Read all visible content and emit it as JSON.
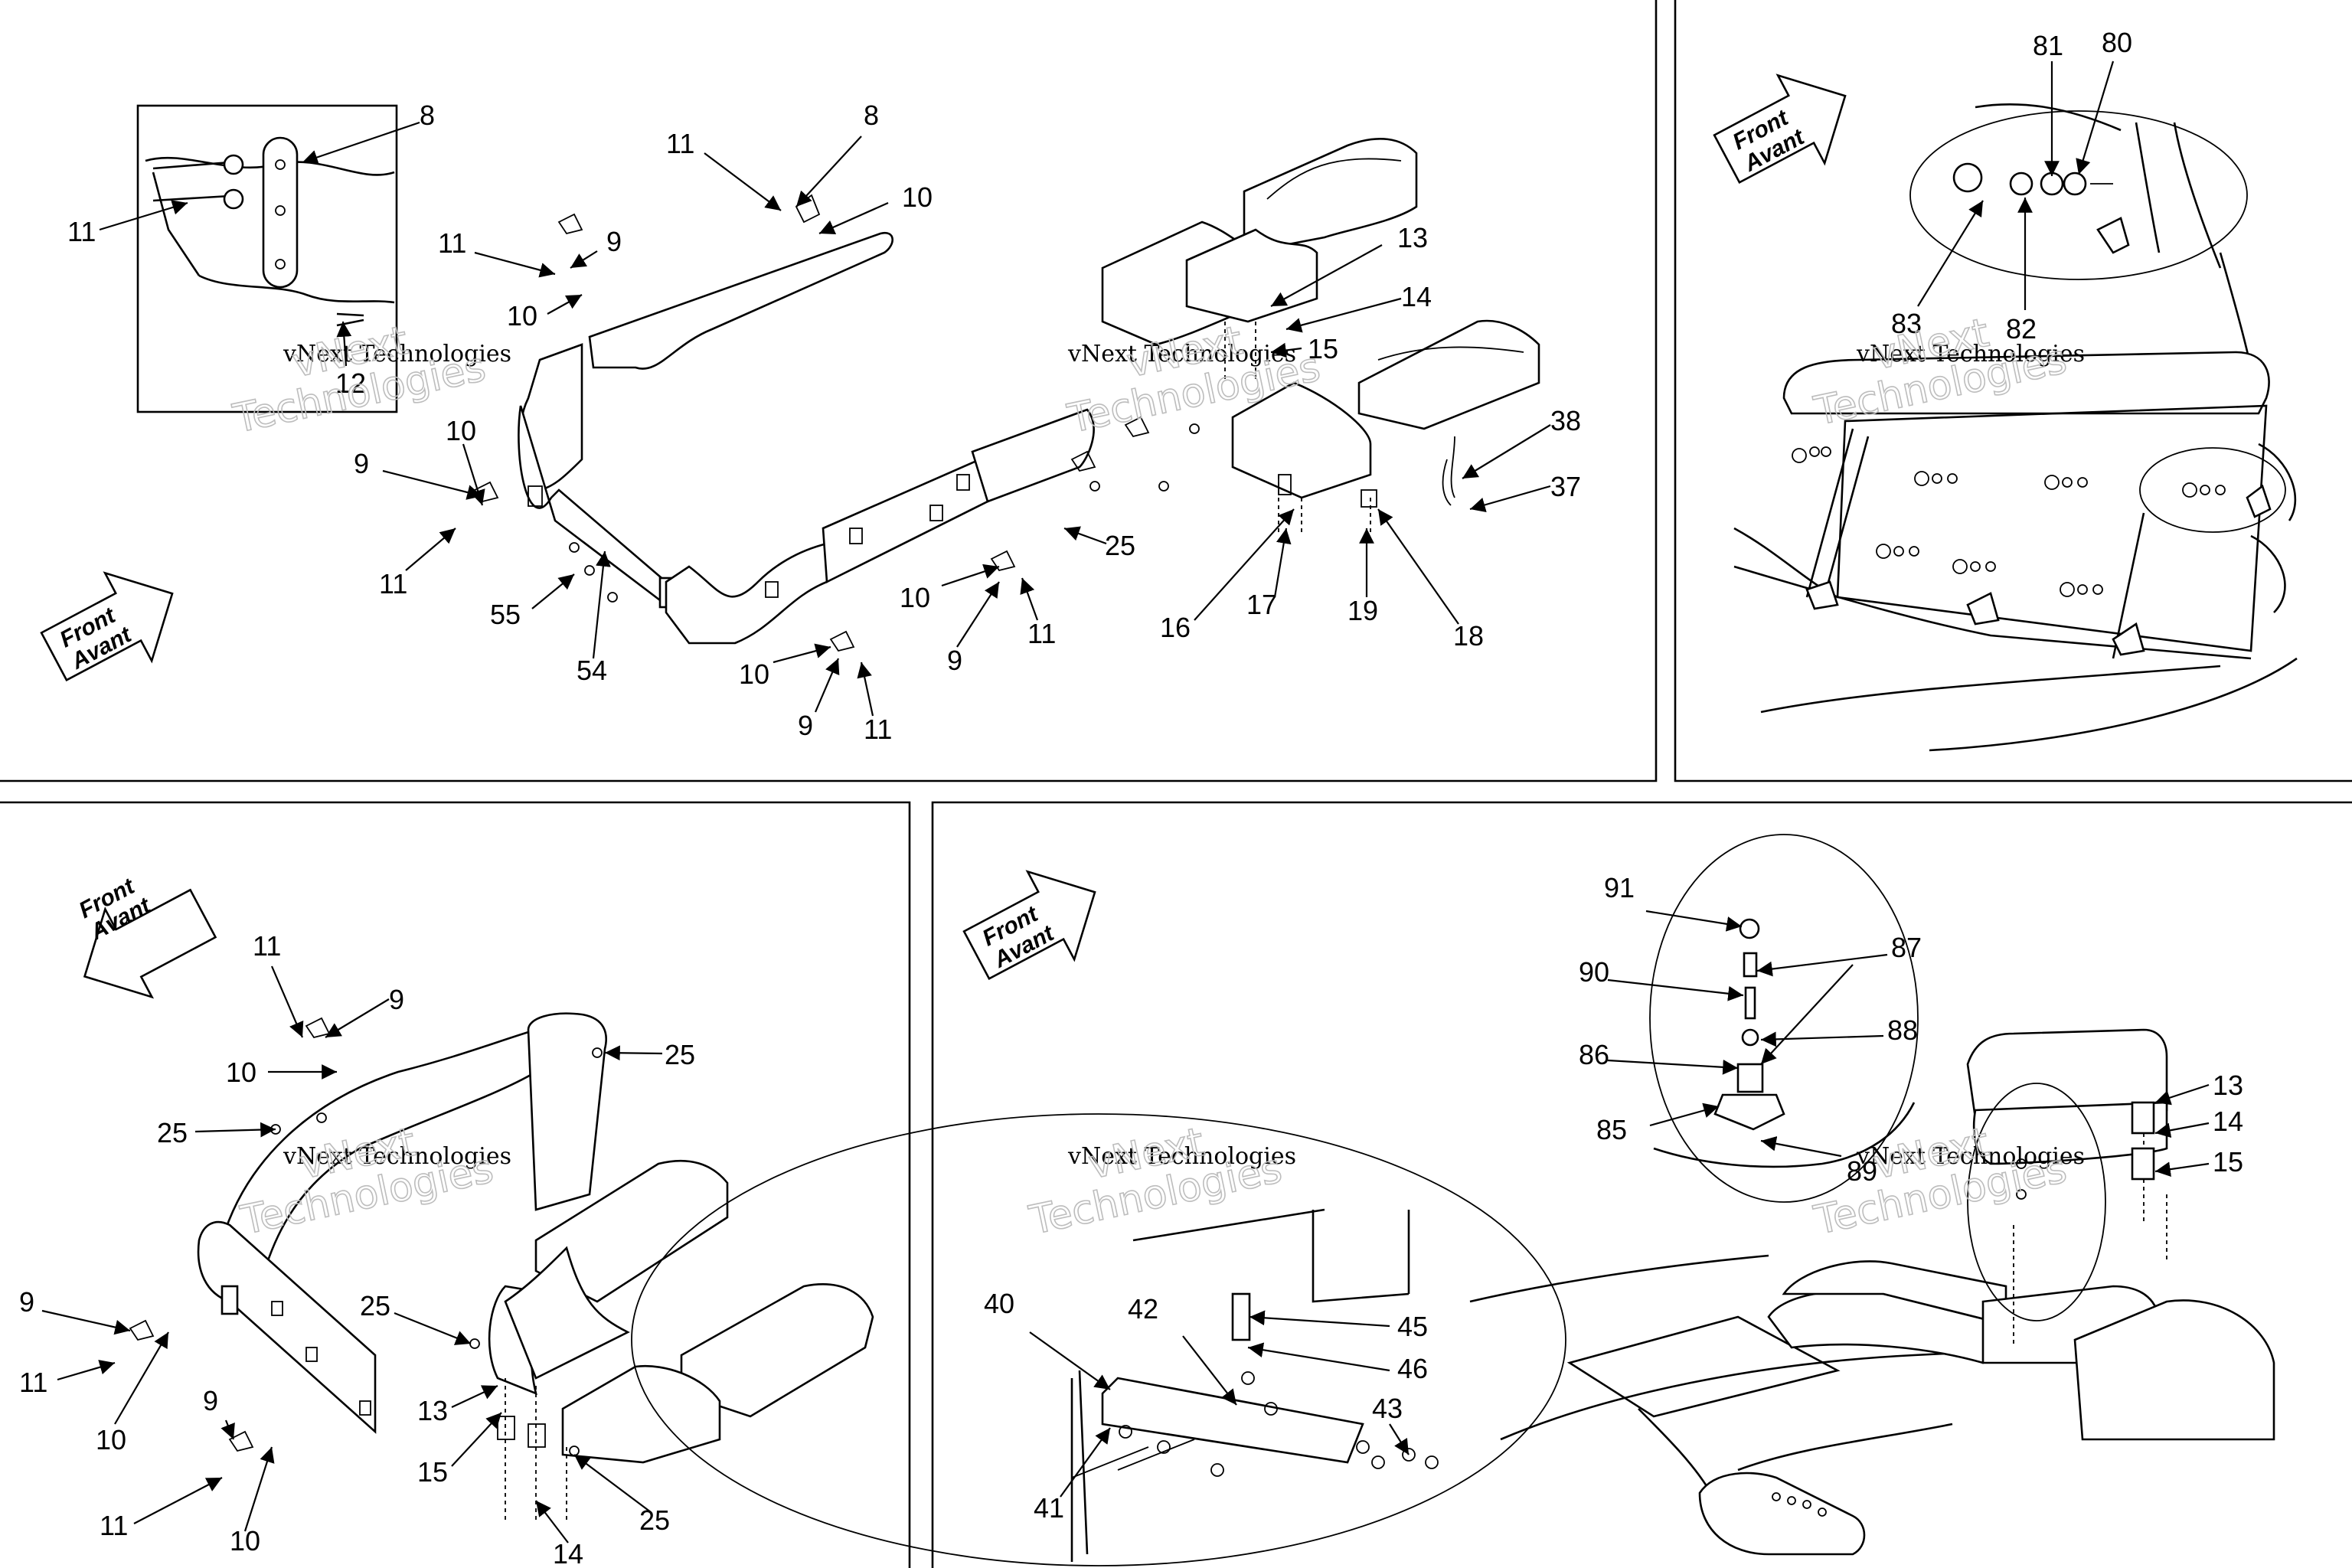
{
  "watermark": {
    "company": "vNext Technologies",
    "word1": "vNext",
    "word2": "Technologies"
  },
  "front_arrow": {
    "line1": "Front",
    "line2": "Avant"
  },
  "panels": [
    {
      "id": "panel-top-left",
      "callouts": [
        "8",
        "11",
        "12",
        "8",
        "11",
        "10",
        "11",
        "9",
        "10",
        "13",
        "14",
        "15",
        "38",
        "37",
        "9",
        "10",
        "11",
        "55",
        "54",
        "25",
        "16",
        "17",
        "19",
        "18",
        "10",
        "9",
        "11",
        "10",
        "9",
        "11"
      ]
    },
    {
      "id": "panel-top-right",
      "callouts": [
        "81",
        "80",
        "83",
        "82"
      ]
    },
    {
      "id": "panel-bottom-left",
      "callouts": [
        "11",
        "9",
        "10",
        "25",
        "25",
        "9",
        "11",
        "10",
        "25",
        "13",
        "15",
        "25",
        "14",
        "9",
        "11",
        "10"
      ]
    },
    {
      "id": "panel-bottom-right",
      "callouts": [
        "91",
        "87",
        "90",
        "88",
        "86",
        "85",
        "89",
        "13",
        "14",
        "15",
        "40",
        "42",
        "45",
        "46",
        "43",
        "41"
      ]
    }
  ]
}
